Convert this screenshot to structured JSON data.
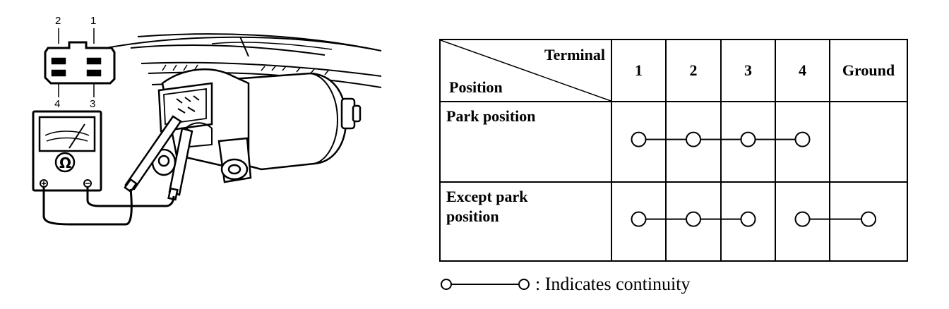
{
  "connector": {
    "pins": [
      "2",
      "1",
      "4",
      "3"
    ]
  },
  "table": {
    "header": {
      "terminal_label": "Terminal",
      "position_label": "Position",
      "columns": [
        "1",
        "2",
        "3",
        "4",
        "Ground"
      ]
    },
    "rows": [
      {
        "label_lines": [
          "Park position"
        ],
        "groups": [
          [
            "1",
            "2",
            "3",
            "4"
          ]
        ]
      },
      {
        "label_lines": [
          "Except park",
          "position"
        ],
        "groups": [
          [
            "1",
            "2",
            "3"
          ],
          [
            "4",
            "Ground"
          ]
        ]
      }
    ]
  },
  "legend": {
    "text": ": Indicates continuity"
  }
}
